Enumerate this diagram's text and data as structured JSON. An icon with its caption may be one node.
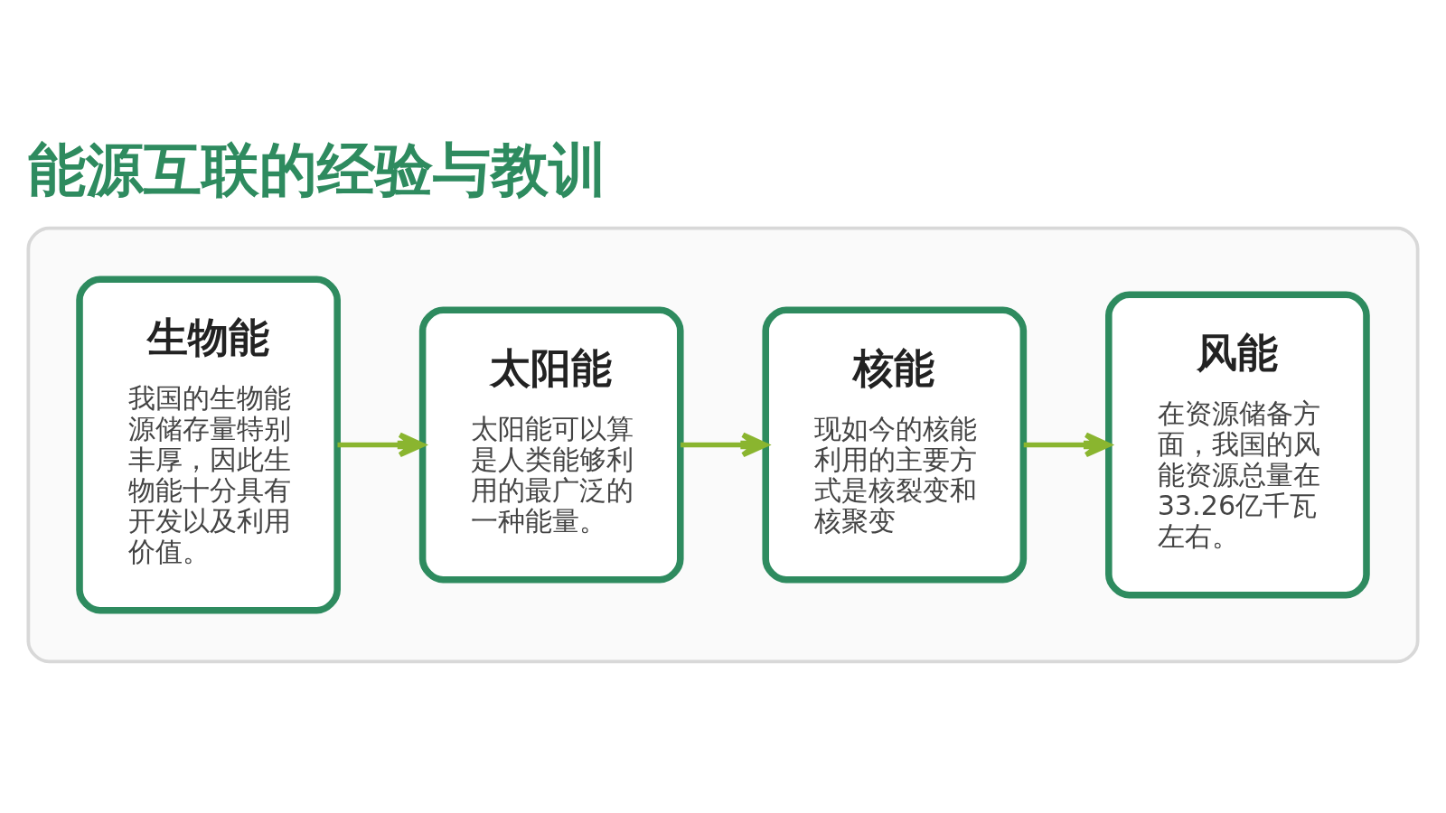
{
  "diagram": {
    "title": "能源互联的经验与教训",
    "nodes": [
      {
        "text": [],
        "shape": "box"
      },
      {
        "text": [
          "生物能",
          "我国的生物能源储存量特别丰厚，因此生物能十分具有开发以及利用价值。"
        ],
        "in": 0
      },
      {
        "text": [
          "太阳能",
          "太阳能可以算是人类能够利用的最广泛的一种能量。"
        ],
        "in": 0
      },
      {
        "text": [
          "核能",
          "现如今的核能利用的主要方式是核裂变和核聚变"
        ],
        "in": 0
      },
      {
        "text": [
          "风能",
          "在资源储备方面，我国的风能资源总量在33.26亿千瓦左右。"
        ],
        "in": 0
      }
    ],
    "edges": [
      {
        "from": 1,
        "to": 2,
        "arrow": "to"
      },
      {
        "from": 2,
        "to": 3,
        "arrow": "to"
      },
      {
        "from": 3,
        "to": 4,
        "arrow": "to"
      }
    ]
  }
}
